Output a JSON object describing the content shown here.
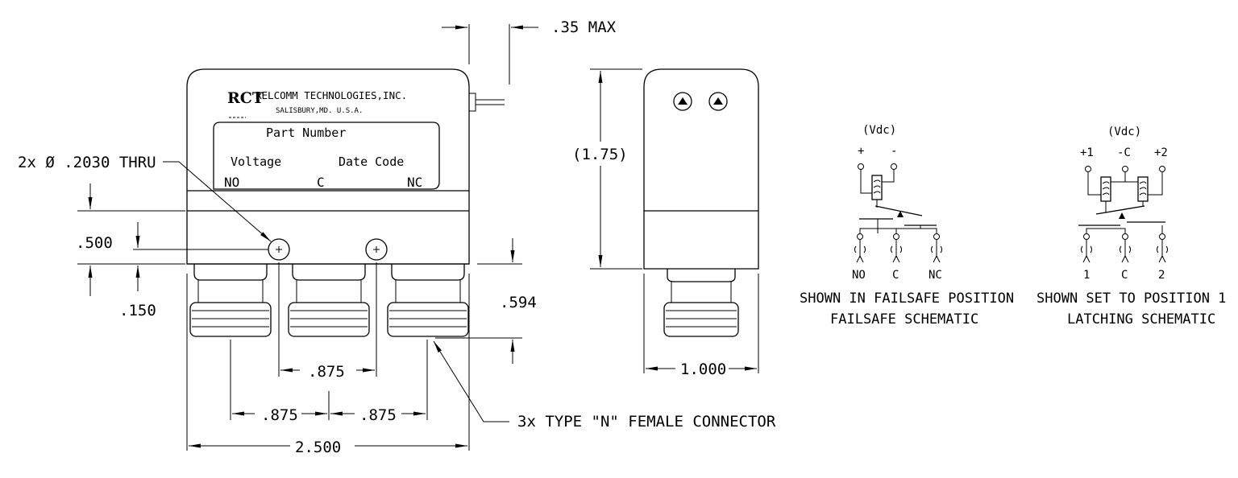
{
  "logo": {
    "mark": "RCT",
    "company": "RELCOMM TECHNOLOGIES,INC.",
    "location": "SALISBURY,MD. U.S.A."
  },
  "label_plate": {
    "part_number": "Part Number",
    "voltage": "Voltage",
    "date_code": "Date Code",
    "terminal_no": "NO",
    "terminal_c": "C",
    "terminal_nc": "NC"
  },
  "dimensions": {
    "max_height": ".35 MAX",
    "hole_callout": "2x Ø .2030 THRU",
    "hole_offset": ".500",
    "connector_offset": ".150",
    "connector_length": ".594",
    "hole_spacing": ".875",
    "connector_spacing_left": ".875",
    "connector_spacing_right": ".875",
    "overall_width": "2.500",
    "connector_callout": "3x TYPE \"N\" FEMALE CONNECTOR",
    "side_height": "(1.75)",
    "side_width": "1.000"
  },
  "failsafe": {
    "voltage_label": "(Vdc)",
    "plus": "+",
    "minus": "-",
    "terminal_no": "NO",
    "terminal_c": "C",
    "terminal_nc": "NC",
    "caption_1": "SHOWN IN FAILSAFE POSITION",
    "caption_2": "FAILSAFE SCHEMATIC"
  },
  "latching": {
    "voltage_label": "(Vdc)",
    "plus_1": "+1",
    "minus_c": "-C",
    "plus_2": "+2",
    "terminal_1": "1",
    "terminal_c": "C",
    "terminal_2": "2",
    "caption_1": "SHOWN SET TO POSITION 1",
    "caption_2": "LATCHING SCHEMATIC"
  }
}
